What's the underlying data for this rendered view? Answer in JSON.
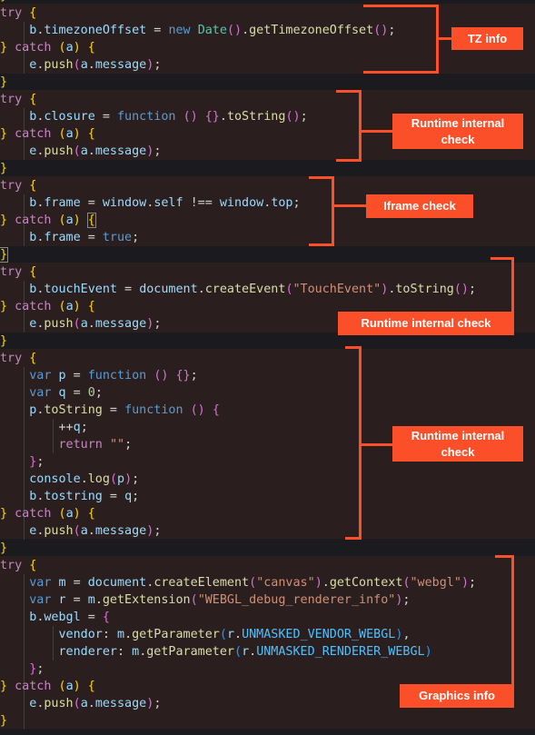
{
  "callouts": {
    "tz": "TZ info",
    "runtime1": "Runtime internal check",
    "iframe": "Iframe check",
    "runtime2": "Runtime internal check",
    "runtime3": "Runtime internal check",
    "graphics": "Graphics info"
  },
  "code": {
    "try": "try",
    "catch": "catch",
    "a": "a",
    "e": "e",
    "b": "b",
    "push": "push",
    "message": "message",
    "timezoneOffset": "timezoneOffset",
    "new": "new",
    "Date": "Date",
    "getTimezoneOffset": "getTimezoneOffset",
    "closure": "closure",
    "function": "function",
    "toString": "toString",
    "frame": "frame",
    "window": "window",
    "self": "self",
    "top": "top",
    "true": "true",
    "touchEvent": "touchEvent",
    "document": "document",
    "createEvent": "createEvent",
    "touchEventStr": "\"TouchEvent\"",
    "var": "var",
    "p": "p",
    "q": "q",
    "zero": "0",
    "return": "return",
    "emptyStr": "\"\"",
    "console": "console",
    "log": "log",
    "tostring": "tostring",
    "m": "m",
    "createElement": "createElement",
    "canvasStr": "\"canvas\"",
    "getContext": "getContext",
    "webglStr": "\"webgl\"",
    "r": "r",
    "getExtension": "getExtension",
    "debugStr": "\"WEBGL_debug_renderer_info\"",
    "webgl": "webgl",
    "vendor": "vendor",
    "renderer": "renderer",
    "getParameter": "getParameter",
    "vendorConst": "UNMASKED_VENDOR_WEBGL",
    "rendererConst": "UNMASKED_RENDERER_WEBGL"
  }
}
